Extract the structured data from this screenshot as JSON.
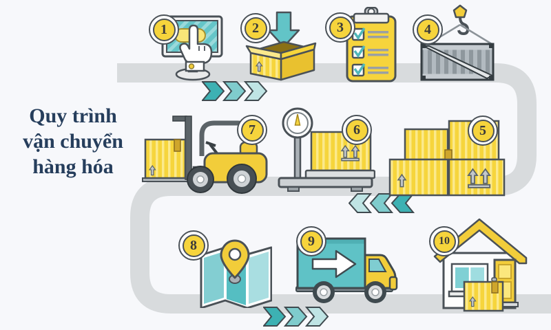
{
  "title": {
    "text": "Quy trình vận chuyển hàng hóa",
    "lines": [
      "Quy trình",
      "vận chuyển",
      "hàng hóa"
    ]
  },
  "steps": [
    {
      "number": "1",
      "icon": "computer-click-icon"
    },
    {
      "number": "2",
      "icon": "packing-box-icon"
    },
    {
      "number": "3",
      "icon": "checklist-clipboard-icon"
    },
    {
      "number": "4",
      "icon": "container-crane-icon"
    },
    {
      "number": "5",
      "icon": "stacked-boxes-icon"
    },
    {
      "number": "6",
      "icon": "weighing-scale-icon"
    },
    {
      "number": "7",
      "icon": "forklift-icon"
    },
    {
      "number": "8",
      "icon": "map-location-icon"
    },
    {
      "number": "9",
      "icon": "delivery-truck-icon"
    },
    {
      "number": "10",
      "icon": "house-delivery-icon"
    }
  ],
  "chevron_groups": [
    {
      "direction": "right"
    },
    {
      "direction": "left"
    },
    {
      "direction": "right"
    }
  ],
  "colors": {
    "background": "#f7f8fb",
    "road": "#d8dbdd",
    "accent_yellow": "#f6d43c",
    "accent_teal": "#5fc2c6",
    "chevron_dark": "#3db1b3",
    "chevron_mid": "#7fcccd",
    "chevron_light": "#bfe4e4",
    "outline": "#4a5157",
    "title_text": "#263e5c"
  }
}
